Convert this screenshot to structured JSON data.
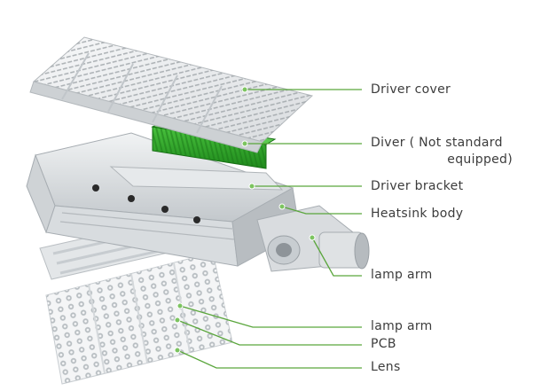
{
  "colors": {
    "leader": "#5aa63c",
    "driver": "#2fa12a",
    "metal_light": "#eef0f1",
    "metal_mid": "#cfd3d6",
    "metal_dark": "#9aa0a5",
    "text": "#3c3c3c"
  },
  "labels": {
    "driver_cover": "Driver cover",
    "diver_line1": "Diver ( Not standard",
    "diver_line2": "equipped)",
    "driver_bracket": "Driver bracket",
    "heatsink_body": "Heatsink body",
    "lamp_arm_1": "lamp arm",
    "lamp_arm_2": "lamp arm",
    "pcb": "PCB",
    "lens": "Lens"
  }
}
